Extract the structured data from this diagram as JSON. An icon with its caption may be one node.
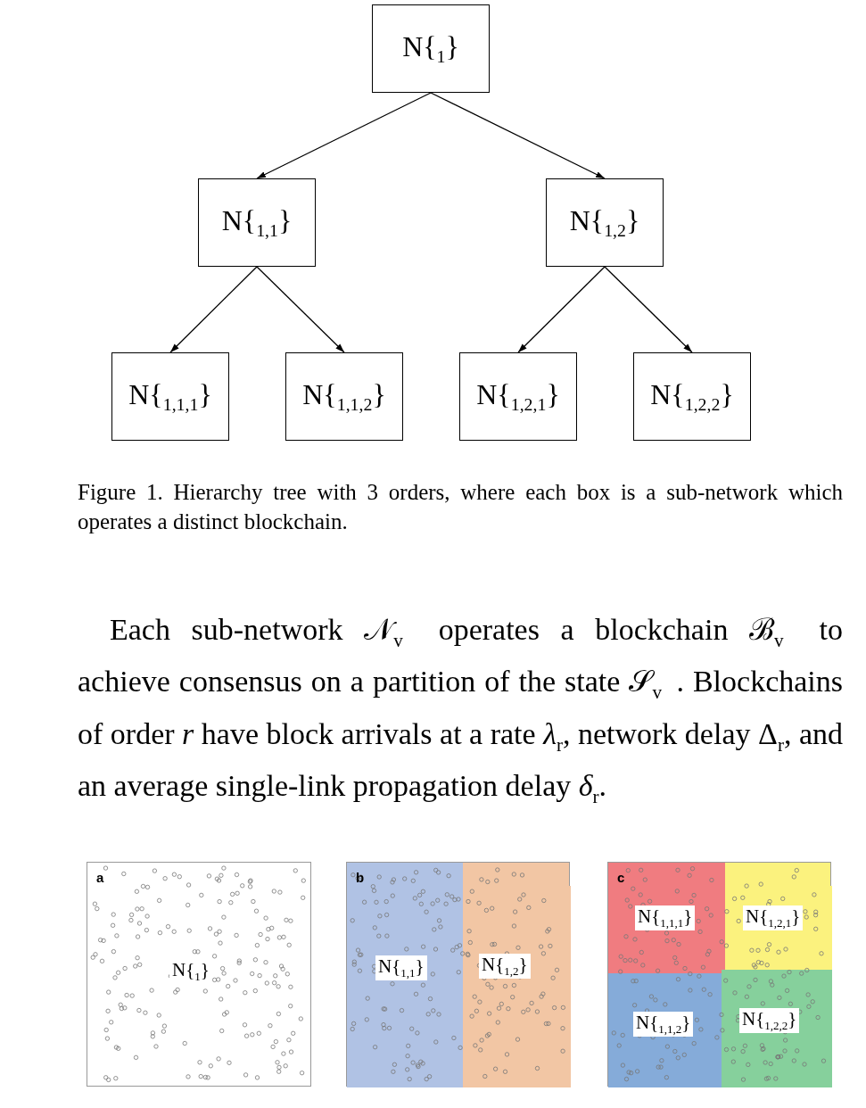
{
  "diagram": {
    "caption": "Figure 1. Hierarchy tree with 3 orders, where each box is a sub-network which operates a distinct blockchain.",
    "nodes": [
      {
        "text": [
          "N{$_{1}$}"
        ]
      },
      {
        "text": [
          "N{$_{1,1}$}"
        ]
      },
      {
        "text": [
          "N{$_{1,2}$}"
        ]
      },
      {
        "text": [
          "N{$_{1,1,1}$}"
        ]
      },
      {
        "text": [
          "N{$_{1,1,2}$}"
        ]
      },
      {
        "text": [
          "N{$_{1,2,1}$}"
        ]
      },
      {
        "text": [
          "N{$_{1,2,2}$}"
        ]
      },
      {
        "text": [
          "a",
          "N{$_{1}$}"
        ]
      },
      {
        "text": [
          "b"
        ]
      },
      {
        "text": [
          "N{$_{1,1}$}"
        ],
        "in": 8
      },
      {
        "text": [
          "N{$_{1,2}$}"
        ],
        "in": 8
      },
      {
        "text": [
          "c"
        ]
      },
      {
        "text": [
          "N{$_{1,1,1}$}"
        ],
        "in": 11
      },
      {
        "text": [
          "N{$_{1,2,1}$}"
        ],
        "in": 11
      },
      {
        "text": [
          "N{$_{1,1,2}$}"
        ],
        "in": 11
      },
      {
        "text": [
          "N{$_{1,2,2}$}"
        ],
        "in": 11
      }
    ],
    "edges": [
      {
        "from": 0,
        "to": 1,
        "arrow": "to"
      },
      {
        "from": 0,
        "to": 2,
        "arrow": "to"
      },
      {
        "from": 1,
        "to": 3,
        "arrow": "to"
      },
      {
        "from": 1,
        "to": 4,
        "arrow": "to"
      },
      {
        "from": 2,
        "to": 5,
        "arrow": "to"
      },
      {
        "from": 2,
        "to": 6,
        "arrow": "to"
      }
    ],
    "labels": [
      "Each sub-network 𝒩$_{v⃗}$ operates a blockchain ℬ$_{v⃗}$ to achieve consensus on a partition of the state 𝒮$_{v⃗}$. Blockchains of order *r* have block arrivals at a rate *λ*$_{r}$, network delay Δ$_{r}$, and an average single-link propagation delay *δ*$_{r}$."
    ]
  }
}
